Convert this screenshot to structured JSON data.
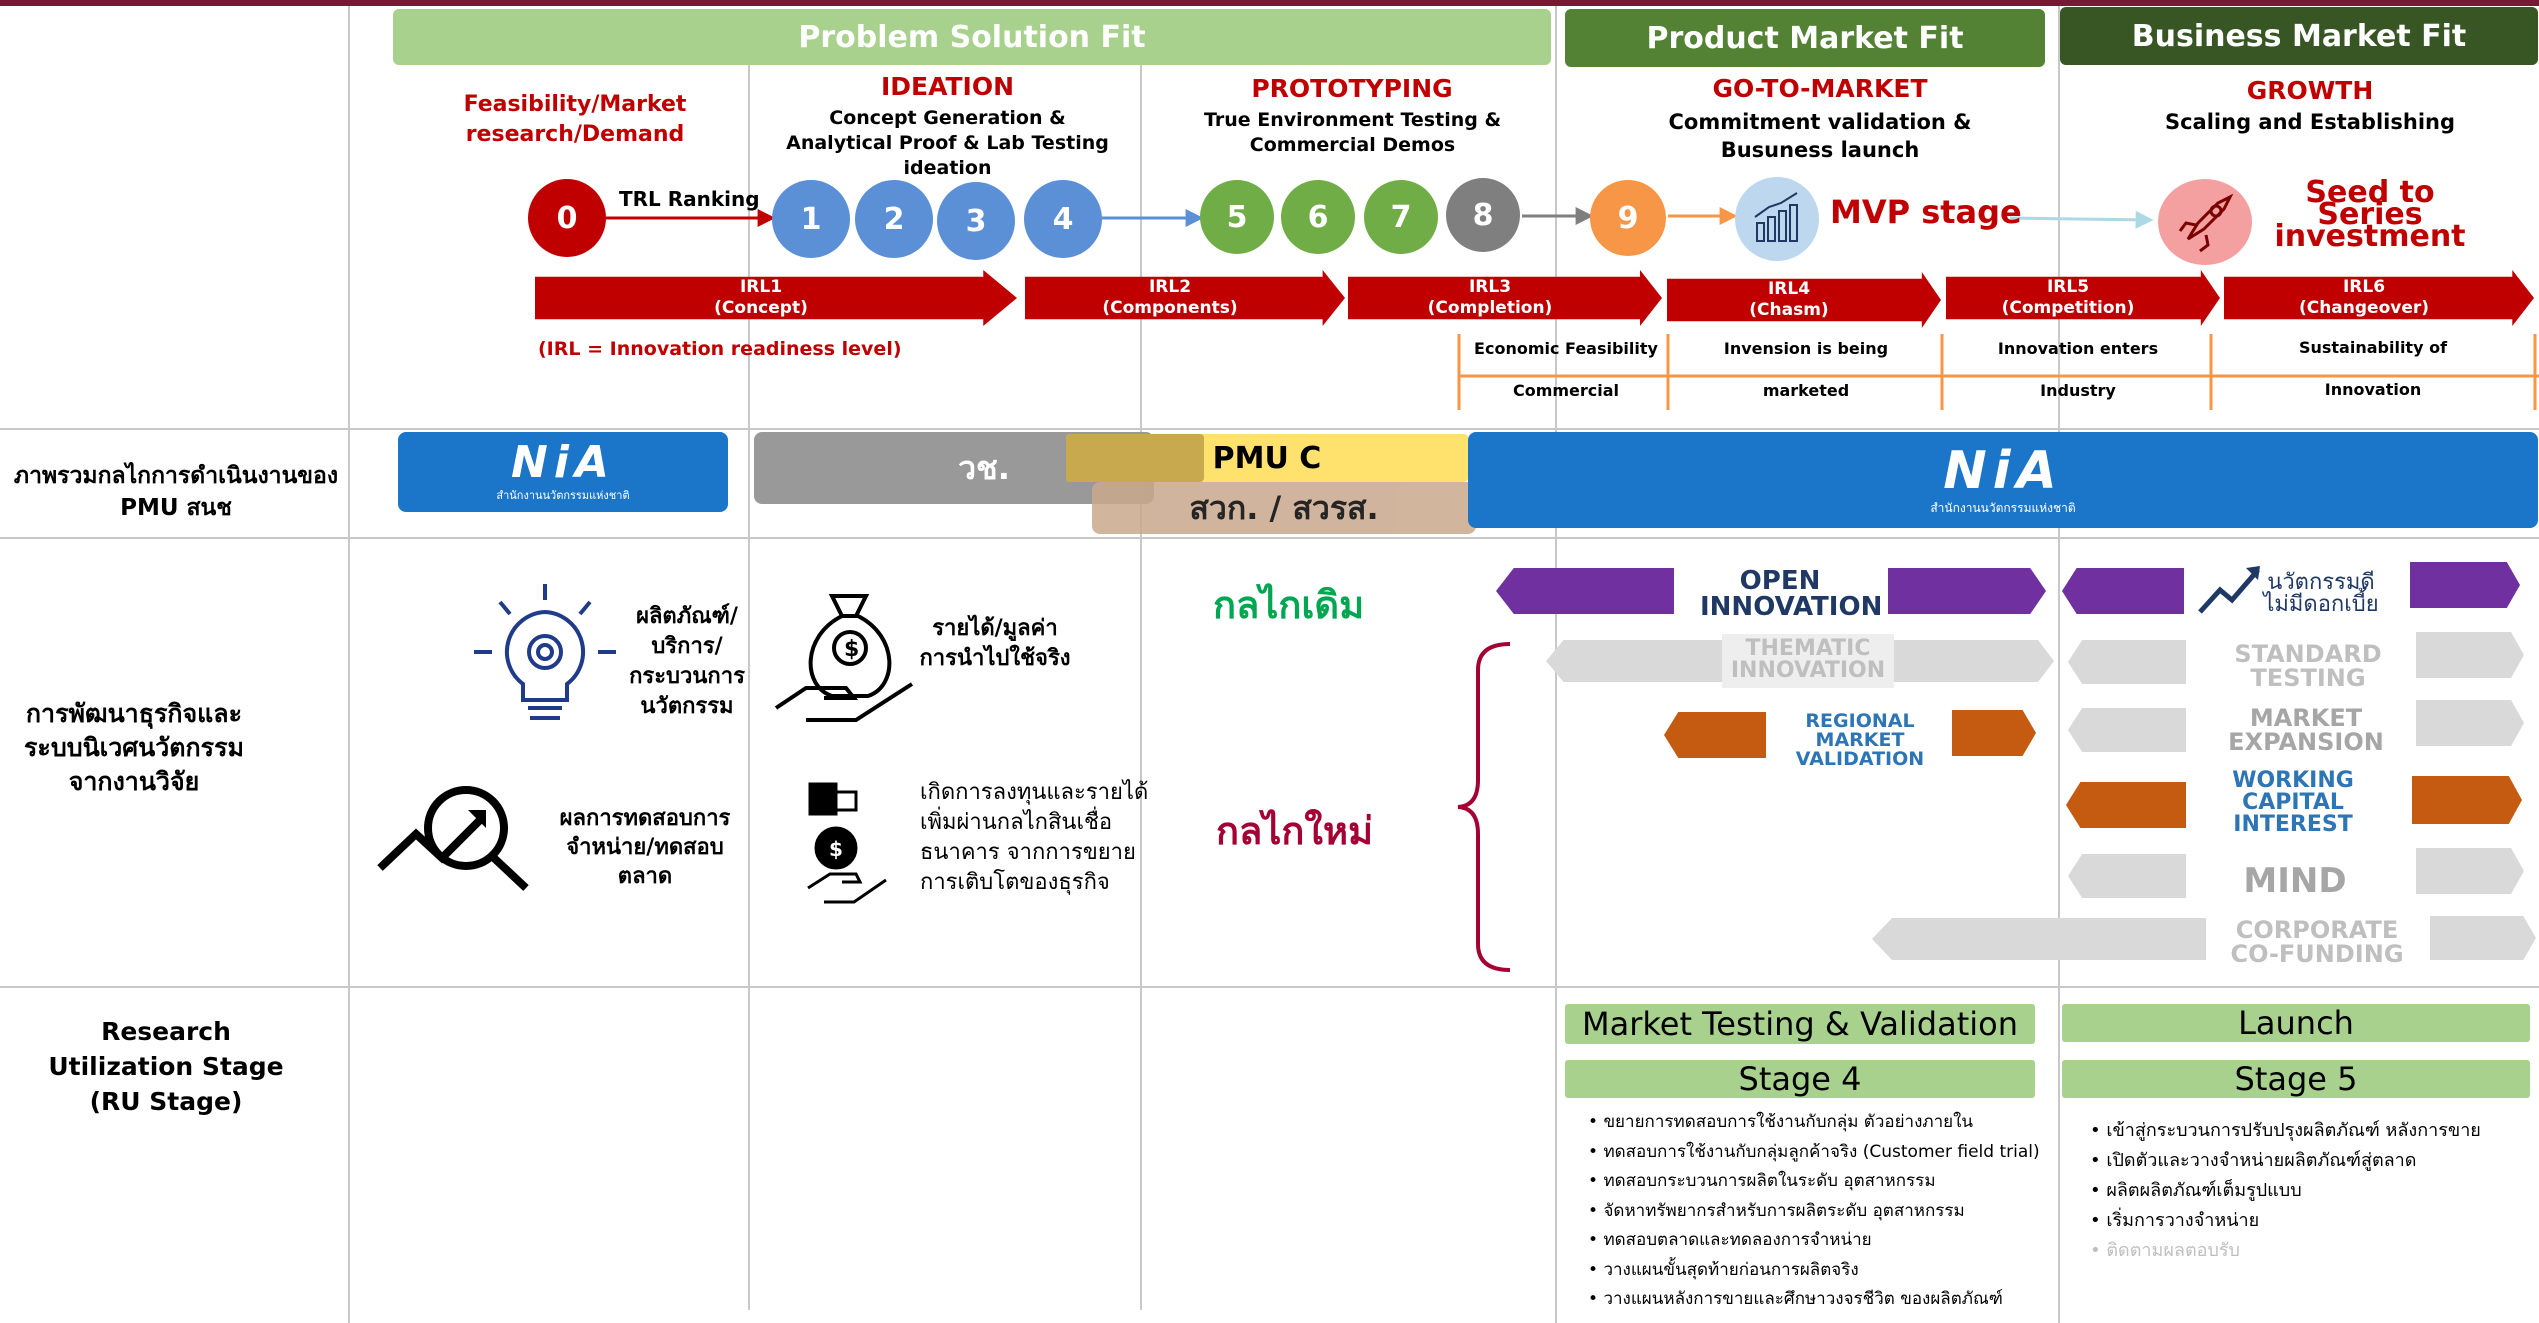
{
  "phases": {
    "psf": "Problem Solution Fit",
    "pmf": "Product Market Fit",
    "bmf": "Business Market Fit"
  },
  "stages": [
    {
      "title": "Feasibility/Market research/Demand",
      "subtitle": ""
    },
    {
      "title": "IDEATION",
      "subtitle": "Concept Generation & Analytical Proof & Lab Testing ideation"
    },
    {
      "title": "PROTOTYPING",
      "subtitle": "True Environment Testing & Commercial Demos"
    },
    {
      "title": "GO-TO-MARKET",
      "subtitle": "Commitment validation & Busuness launch"
    },
    {
      "title": "GROWTH",
      "subtitle": "Scaling and Establishing"
    }
  ],
  "trl_label": "TRL Ranking",
  "trl": [
    "0",
    "1",
    "2",
    "3",
    "4",
    "5",
    "6",
    "7",
    "8",
    "9"
  ],
  "mvp_label": "MVP stage",
  "seed_label": "Seed to Series investment",
  "irl": [
    {
      "l1": "IRL1",
      "l2": "(Concept)"
    },
    {
      "l1": "IRL2",
      "l2": "(Components)"
    },
    {
      "l1": "IRL3",
      "l2": "(Completion)"
    },
    {
      "l1": "IRL4",
      "l2": "(Chasm)"
    },
    {
      "l1": "IRL5",
      "l2": "(Competition)"
    },
    {
      "l1": "IRL6",
      "l2": "(Changeover)"
    }
  ],
  "irl_note": "(IRL = Innovation readiness level)",
  "irl_desc": [
    {
      "l1": "Economic Feasibility",
      "l2": "Commercial"
    },
    {
      "l1": "Invension is being",
      "l2": "marketed"
    },
    {
      "l1": "Innovation enters",
      "l2": "Industry"
    },
    {
      "l1": "Sustainability of",
      "l2": "Innovation"
    }
  ],
  "row_labels": {
    "pmu": "ภาพรวมกลไกการดำเนินงานของ PMU สนช",
    "biz": "การพัฒนาธุรกิจและระบบนิเวศนวัตกรรมจากงานวิจัย",
    "ru": "Research Utilization Stage (RU Stage)"
  },
  "nia": {
    "logo": "NiA",
    "sub": "สำนักงานนวัตกรรมแห่งชาติ"
  },
  "pmu_boxes": {
    "vch": "วช.",
    "pmuc": "PMU C",
    "svk": "สวก. / สวรส."
  },
  "outcomes": [
    "ผลิตภัณฑ์/บริการ/กระบวนการนวัตกรรม",
    "รายได้/มูลค่าการนำไปใช้จริง",
    "ผลการทดสอบการจำหน่าย/ทดสอบตลาด",
    "เกิดการลงทุนและรายได้เพิ่มผ่านกลไกสินเชื่อธนาคาร จากการขยายการเติบโตของธุรกิจ"
  ],
  "mech_old": "กลไกเดิม",
  "mech_new": "กลไกใหม่",
  "programs": {
    "open_innovation": "OPEN INNOVATION",
    "thematic": "THEMATIC INNOVATION",
    "regional": "REGIONAL MARKET VALIDATION",
    "nawat": "นวัตกรรมดี ไม่มีดอกเบี้ย",
    "standard": "STANDARD TESTING",
    "market_exp": "MARKET EXPANSION",
    "working_capital": "WORKING CAPITAL INTEREST",
    "mind": "MIND",
    "corporate": "CORPORATE CO-FUNDING"
  },
  "ru_stage4": {
    "head": "Market Testing & Validation",
    "stage": "Stage 4",
    "items": [
      "ขยายการทดสอบการใช้งานกับกลุ่ม ตัวอย่างภายใน",
      "ทดสอบการใช้งานกับกลุ่มลูกค้าจริง (Customer field trial)",
      "ทดสอบกระบวนการผลิตในระดับ อุตสาหกรรม",
      "จัดหาทรัพยากรสำหรับการผลิตระดับ อุตสาหกรรม",
      "ทดสอบตลาดและทดลองการจำหน่าย",
      "วางแผนขั้นสุดท้ายก่อนการผลิตจริง",
      "วางแผนหลังการขายและศึกษาวงจรชีวิต ของผลิตภัณฑ์"
    ]
  },
  "ru_stage5": {
    "head": "Launch",
    "stage": "Stage 5",
    "items": [
      "เข้าสู่กระบวนการปรับปรุงผลิตภัณฑ์ หลังการขาย",
      "เปิดตัวและวางจำหน่ายผลิตภัณฑ์สู่ตลาด",
      "ผลิตผลิตภัณฑ์เต็มรูปแบบ",
      "เริ่มการวางจำหน่าย",
      "ติดตามผลตอบรับ"
    ]
  },
  "colors": {
    "red": "#c00000",
    "psf": "#a9d18e",
    "pmf": "#548235",
    "bmf": "#375623",
    "blue": "#5b8fd6",
    "green": "#70ad47",
    "gray": "#7f7f7f",
    "orange": "#f79646",
    "purple": "#7030a0",
    "dkorange": "#c55a11",
    "nia_blue": "#1b75c9"
  }
}
